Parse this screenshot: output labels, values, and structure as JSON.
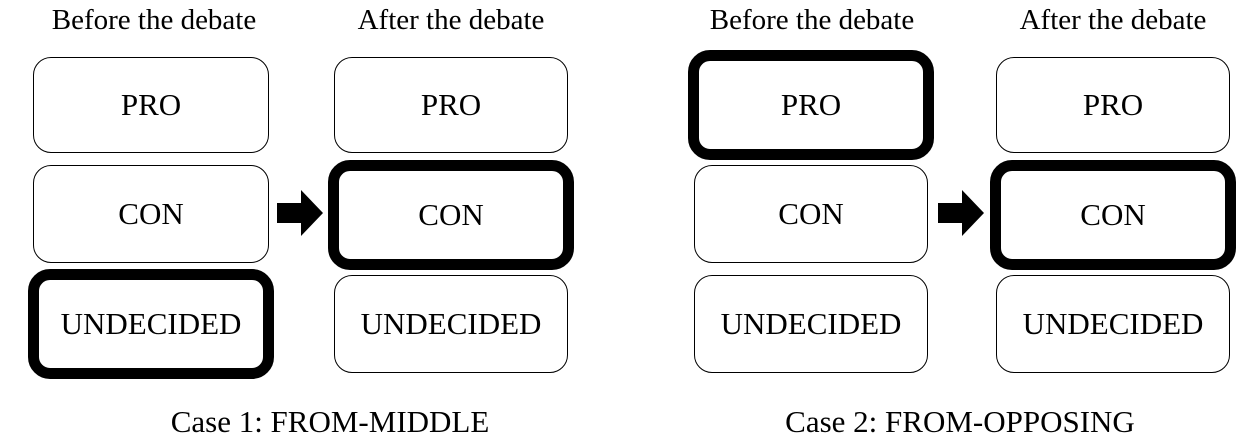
{
  "cases": [
    {
      "caption": "Case 1: FROM-MIDDLE",
      "before": {
        "title": "Before the debate",
        "boxes": [
          {
            "label": "PRO",
            "selected": false
          },
          {
            "label": "CON",
            "selected": false
          },
          {
            "label": "UNDECIDED",
            "selected": true
          }
        ]
      },
      "after": {
        "title": "After the debate",
        "boxes": [
          {
            "label": "PRO",
            "selected": false
          },
          {
            "label": "CON",
            "selected": true
          },
          {
            "label": "UNDECIDED",
            "selected": false
          }
        ]
      },
      "arrow_icon": "right-arrow-icon"
    },
    {
      "caption": "Case 2: FROM-OPPOSING",
      "before": {
        "title": "Before the debate",
        "boxes": [
          {
            "label": "PRO",
            "selected": true
          },
          {
            "label": "CON",
            "selected": false
          },
          {
            "label": "UNDECIDED",
            "selected": false
          }
        ]
      },
      "after": {
        "title": "After the debate",
        "boxes": [
          {
            "label": "PRO",
            "selected": false
          },
          {
            "label": "CON",
            "selected": true
          },
          {
            "label": "UNDECIDED",
            "selected": false
          }
        ]
      },
      "arrow_icon": "right-arrow-icon"
    }
  ],
  "colors": {
    "stroke": "#000000",
    "background": "#ffffff"
  }
}
